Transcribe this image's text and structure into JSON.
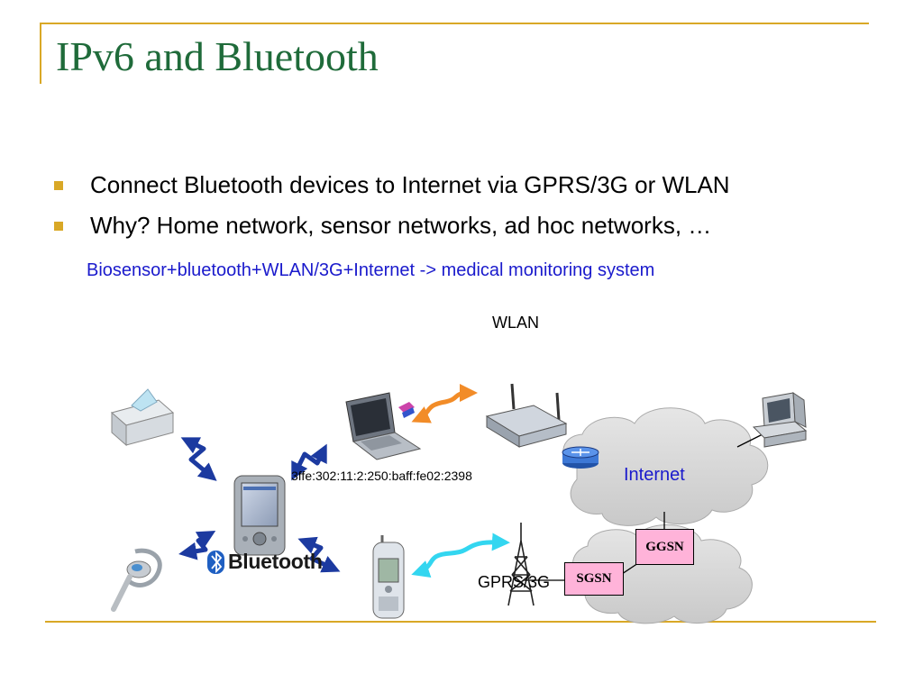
{
  "slide": {
    "title": "IPv6 and Bluetooth",
    "bullets": [
      "Connect Bluetooth devices to Internet via GPRS/3G or WLAN",
      "Why? Home network, sensor networks, ad hoc networks, …"
    ],
    "note": "Biosensor+bluetooth+WLAN/3G+Internet -> medical monitoring system",
    "accent_color": "#d9a826",
    "title_color": "#1f6b3a",
    "note_color": "#1a1acc"
  },
  "diagram": {
    "wlan_label": "WLAN",
    "internet_label": "Internet",
    "ipv6_address": "3ffe:302:11:2:250:baff:fe02:2398",
    "gprs_label": "GPRS/3G",
    "ggsn_label": "GGSN",
    "sgsn_label": "SGSN",
    "bluetooth_logo_text": "Bluetooth",
    "nodes": [
      "printer",
      "pda",
      "headset",
      "laptop",
      "wireless-access-point",
      "router",
      "mobile-phone",
      "cell-tower",
      "desktop-computer",
      "internet-cloud",
      "operator-cloud"
    ],
    "link_colors": {
      "bluetooth": "#1c3aa0",
      "wlan": "#f28c28",
      "radio": "#33d6f0"
    }
  }
}
